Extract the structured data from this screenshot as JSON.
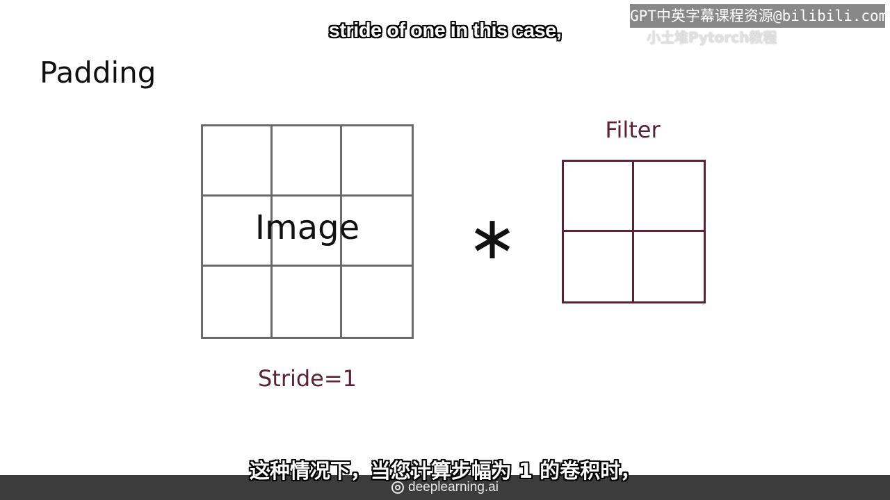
{
  "subtitles": {
    "english": "stride of one in this case,",
    "chinese": "这种情况下，当您计算步幅为 1 的卷积时，"
  },
  "watermark": {
    "text": "GPT中英字幕课程资源@bilibili.com",
    "secondary": "小土堆Pytorch教程"
  },
  "slide": {
    "title": "Padding",
    "image_label": "Image",
    "operator": "∗",
    "filter_label": "Filter",
    "stride_label": "Stride=1",
    "image_grid": {
      "rows": 3,
      "cols": 3
    },
    "filter_grid": {
      "rows": 2,
      "cols": 2
    }
  },
  "footer": {
    "brand": "deeplearning.ai"
  },
  "colors": {
    "image_grid": "#6b6b6b",
    "filter_accent": "#5a2236",
    "footer_bg": "#3c3c3c"
  }
}
